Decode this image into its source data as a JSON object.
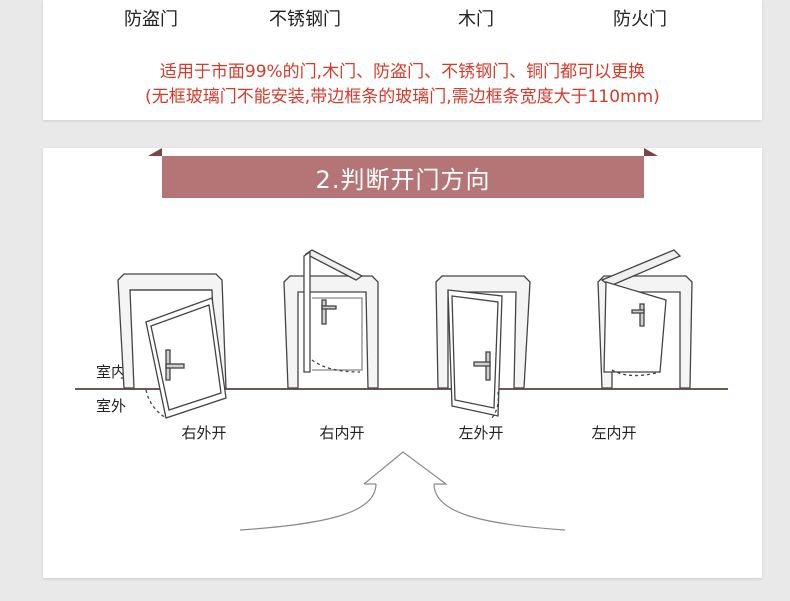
{
  "door_types": [
    "防盗门",
    "不锈钢门",
    "木门",
    "防火门"
  ],
  "notes": {
    "line1": "适用于市面99%的门,木门、防盗门、不锈钢门、铜门都可以更换",
    "line2": "(无框玻璃门不能安装,带边框条的玻璃门,需边框条宽度大于110mm)"
  },
  "section_title": "2.判断开门方向",
  "side_labels": {
    "indoor": "室内",
    "outdoor": "室外"
  },
  "directions": [
    "右外开",
    "右内开",
    "左外开",
    "左内开"
  ],
  "colors": {
    "banner": "#b57576",
    "note_text": "#d83a2a"
  }
}
